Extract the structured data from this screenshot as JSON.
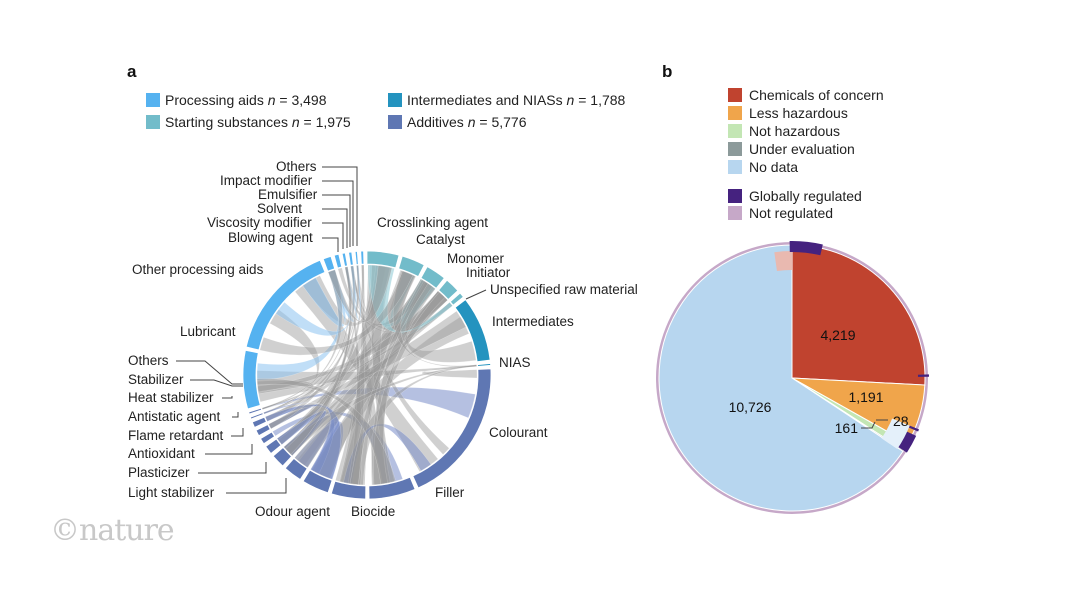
{
  "panels": {
    "a": "a",
    "b": "b"
  },
  "logo": "©nature",
  "panel_a": {
    "legend": [
      {
        "label": "Processing aids",
        "n_label": "n",
        "value": "= 3,498",
        "color": "#55b2f0"
      },
      {
        "label": "Intermediates and NIASs",
        "n_label": "n",
        "value": "= 1,788",
        "color": "#2493bf"
      },
      {
        "label": "Starting substances",
        "n_label": "n",
        "value": "= 1,975",
        "color": "#72bcca"
      },
      {
        "label": "Additives",
        "n_label": "n",
        "value": "= 5,776",
        "color": "#5f77b3"
      }
    ]
  },
  "chart_data": [
    {
      "type": "chord",
      "panel": "a",
      "groups": [
        {
          "name": "Processing aids",
          "total": 3498,
          "color": "#55b2f0"
        },
        {
          "name": "Starting substances",
          "total": 1975,
          "color": "#72bcca"
        },
        {
          "name": "Intermediates and NIASs",
          "total": 1788,
          "color": "#2493bf"
        },
        {
          "name": "Additives",
          "total": 5776,
          "color": "#5f77b3"
        }
      ],
      "segments": [
        {
          "label": "Crosslinking agent",
          "group": "Starting substances",
          "weight": 520
        },
        {
          "label": "Catalyst",
          "group": "Starting substances",
          "weight": 380
        },
        {
          "label": "Monomer",
          "group": "Starting substances",
          "weight": 330
        },
        {
          "label": "Initiator",
          "group": "Starting substances",
          "weight": 240
        },
        {
          "label": "Unspecified raw material",
          "group": "Starting substances",
          "weight": 80
        },
        {
          "label": "Intermediates",
          "group": "Intermediates and NIASs",
          "weight": 1060
        },
        {
          "label": "NIAS",
          "group": "Intermediates and NIASs",
          "weight": 30
        },
        {
          "label": "Colourant",
          "group": "Additives",
          "weight": 2380
        },
        {
          "label": "Filler",
          "group": "Additives",
          "weight": 760
        },
        {
          "label": "Biocide",
          "group": "Additives",
          "weight": 560
        },
        {
          "label": "Odour agent",
          "group": "Additives",
          "weight": 440
        },
        {
          "label": "Light stabilizer",
          "group": "Additives",
          "weight": 300
        },
        {
          "label": "Plasticizer",
          "group": "Additives",
          "weight": 220
        },
        {
          "label": "Antioxidant",
          "group": "Additives",
          "weight": 140
        },
        {
          "label": "Flame retardant",
          "group": "Additives",
          "weight": 95
        },
        {
          "label": "Antistatic agent",
          "group": "Additives",
          "weight": 95
        },
        {
          "label": "Heat stabilizer",
          "group": "Additives",
          "weight": 90
        },
        {
          "label": "Stabilizer",
          "group": "Additives",
          "weight": 30
        },
        {
          "label": "Others",
          "group": "Additives",
          "weight": 30
        },
        {
          "label": "Lubricant",
          "group": "Processing aids",
          "weight": 950
        },
        {
          "label": "Other processing aids",
          "group": "Processing aids",
          "weight": 1900
        },
        {
          "label": "Blowing agent",
          "group": "Processing aids",
          "weight": 130
        },
        {
          "label": "Viscosity modifier",
          "group": "Processing aids",
          "weight": 75
        },
        {
          "label": "Solvent",
          "group": "Processing aids",
          "weight": 50
        },
        {
          "label": "Emulsifier",
          "group": "Processing aids",
          "weight": 50
        },
        {
          "label": "Impact modifier",
          "group": "Processing aids",
          "weight": 35
        },
        {
          "label": "Others",
          "group": "Processing aids",
          "weight": 45
        }
      ]
    },
    {
      "type": "pie",
      "panel": "b",
      "legend_hazard": [
        {
          "label": "Chemicals of concern",
          "color": "#c0432f"
        },
        {
          "label": "Less hazardous",
          "color": "#f0a54b"
        },
        {
          "label": "Not hazardous",
          "color": "#c3e6b4"
        },
        {
          "label": "Under evaluation",
          "color": "#8c9a9a"
        },
        {
          "label": "No data",
          "color": "#b7d6ef"
        }
      ],
      "legend_regulation": [
        {
          "label": "Globally regulated",
          "color": "#45227f"
        },
        {
          "label": "Not regulated",
          "color": "#c6a8c8"
        }
      ],
      "slices": [
        {
          "name": "Chemicals of concern",
          "value": 4219,
          "label": "4,219",
          "color": "#c0432f"
        },
        {
          "name": "Less hazardous",
          "value": 1191,
          "label": "1,191",
          "color": "#f0a54b"
        },
        {
          "name": "Not hazardous",
          "value": 161,
          "label": "161",
          "color": "#c3e6b4"
        },
        {
          "name": "Under evaluation",
          "value": 28,
          "label": "28",
          "color": "#8c9a9a"
        },
        {
          "name": "No data",
          "value": 10726,
          "label": "10,726",
          "color": "#b7d6ef"
        }
      ]
    }
  ]
}
